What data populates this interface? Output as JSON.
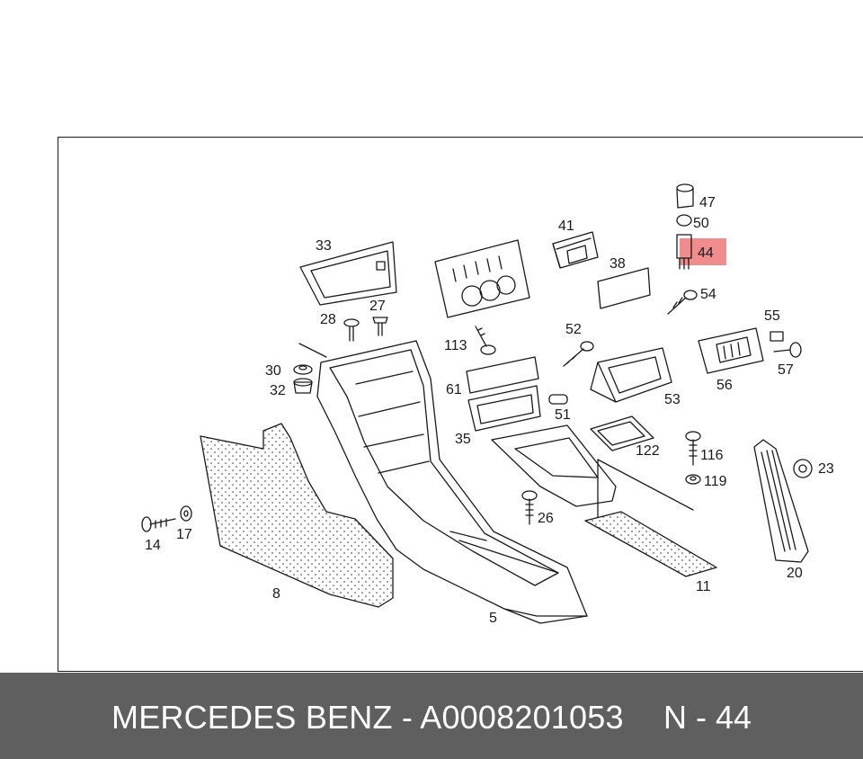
{
  "diagram": {
    "highlight_color": "#f08080",
    "highlighted_part": "44",
    "part_labels": {
      "p5": "5",
      "p8": "8",
      "p11": "11",
      "p14": "14",
      "p17": "17",
      "p20": "20",
      "p23": "23",
      "p26": "26",
      "p27": "27",
      "p28": "28",
      "p30": "30",
      "p32": "32",
      "p33": "33",
      "p35": "35",
      "p38": "38",
      "p41": "41",
      "p44": "44",
      "p47": "47",
      "p50": "50",
      "p51": "51",
      "p52": "52",
      "p53": "53",
      "p54": "54",
      "p55": "55",
      "p56": "56",
      "p57": "57",
      "p61": "61",
      "p113": "113",
      "p116": "116",
      "p119": "119",
      "p122": "122"
    }
  },
  "footer": {
    "background": "#5f5f5f",
    "text": "MERCEDES BENZ - A0008201053",
    "position_label": "N - 44"
  }
}
